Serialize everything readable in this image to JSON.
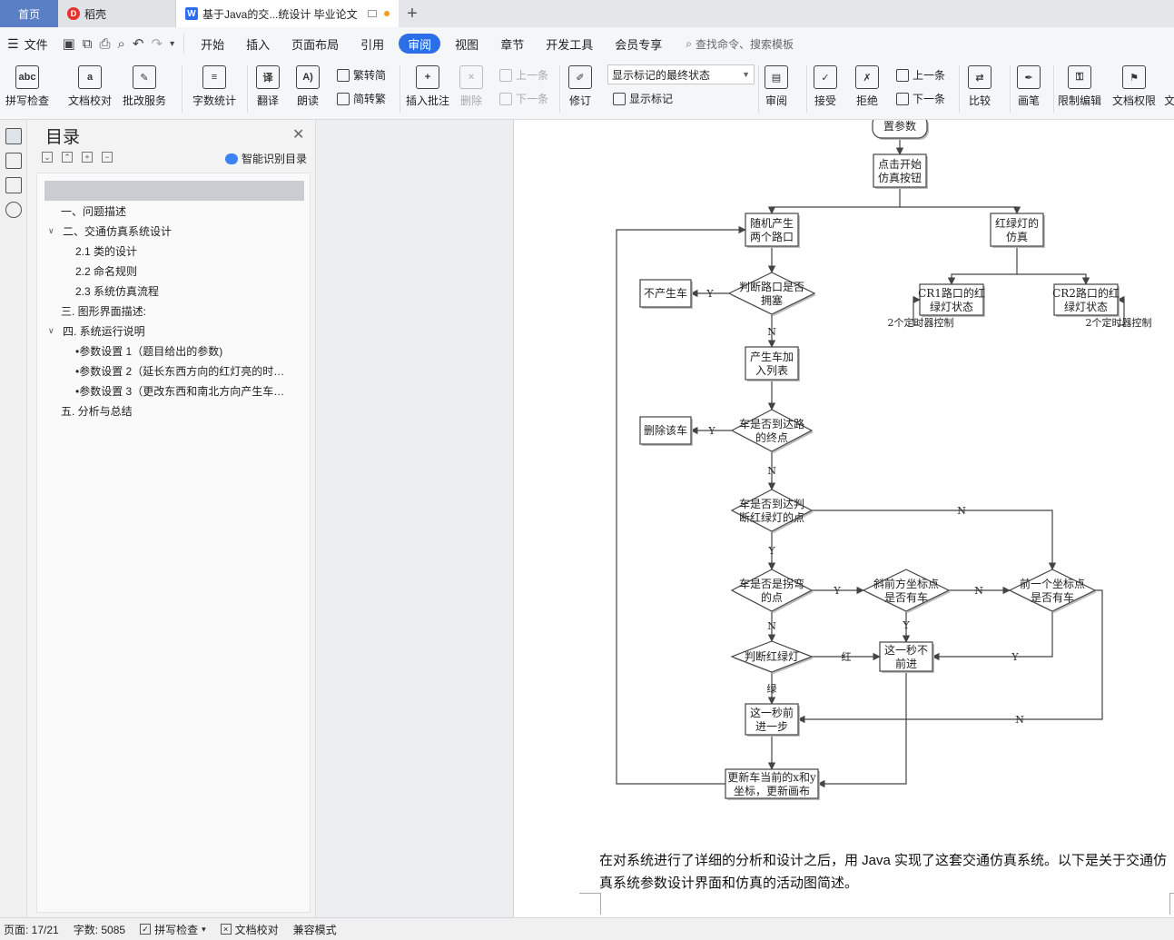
{
  "tabs": {
    "home": "首页",
    "daoke": "稻壳",
    "doc": "基于Java的交...统设计 毕业论文",
    "new": "+"
  },
  "menu": {
    "file": "文件",
    "quick_icons": [
      "save-icon",
      "export-icon",
      "print-icon",
      "preview-icon",
      "undo-icon",
      "redo-icon"
    ],
    "items": [
      "开始",
      "插入",
      "页面布局",
      "引用",
      "审阅",
      "视图",
      "章节",
      "开发工具",
      "会员专享"
    ],
    "active": "审阅",
    "search": "查找命令、搜索模板"
  },
  "ribbon": {
    "spell": "拼写检查",
    "proof": "文档校对",
    "correct": "批改服务",
    "wordcount": "字数统计",
    "translate": "翻译",
    "read": "朗读",
    "trad": "繁转简",
    "simp": "简转繁",
    "insert_comment": "插入批注",
    "delete": "删除",
    "prev_comment": "上一条",
    "next_comment": "下一条",
    "revise": "修订",
    "mark_state": "显示标记的最终状态",
    "show_marks": "显示标记",
    "review": "审阅",
    "accept": "接受",
    "reject": "拒绝",
    "prev": "上一条",
    "next": "下一条",
    "compare": "比较",
    "pen": "画笔",
    "restrict": "限制编辑",
    "rights": "文档权限",
    "more": "文"
  },
  "toc": {
    "title": "目录",
    "smart": "智能识别目录",
    "items": [
      {
        "label": "一、问题描述",
        "level": "l1"
      },
      {
        "label": "二、交通仿真系统设计",
        "level": "l1c"
      },
      {
        "label": "2.1 类的设计",
        "level": "l2"
      },
      {
        "label": "2.2 命名规则",
        "level": "l2"
      },
      {
        "label": "2.3 系统仿真流程",
        "level": "l2"
      },
      {
        "label": "三. 图形界面描述:",
        "level": "l1"
      },
      {
        "label": "四. 系统运行说明",
        "level": "l1c"
      },
      {
        "label": "•参数设置 1（题目给出的参数)",
        "level": "l2"
      },
      {
        "label": "•参数设置 2（延长东西方向的红灯亮的时…",
        "level": "l2"
      },
      {
        "label": "•参数设置 3（更改东西和南北方向产生车…",
        "level": "l2"
      },
      {
        "label": "五. 分析与总结",
        "level": "l1"
      }
    ]
  },
  "flowchart": {
    "setparams": "置参数",
    "start": [
      "点击开始",
      "仿真按钮"
    ],
    "random": [
      "随机产生",
      "两个路口"
    ],
    "light": [
      "红绿灯的",
      "仿真"
    ],
    "cr1": [
      "CR1路口的红",
      "绿灯状态"
    ],
    "cr2": [
      "CR2路口的红",
      "绿灯状态"
    ],
    "timer1": "2个定时器控制",
    "timer2": "2个定时器控制",
    "judge_jam": [
      "判断路口是否",
      "拥塞"
    ],
    "no_car": "不产生车",
    "gen_car": [
      "产生车加",
      "入列表"
    ],
    "reach_end": [
      "车是否到达路",
      "的终点"
    ],
    "delete_car": "删除该车",
    "reach_light": [
      "车是否到达判",
      "断红绿灯的点"
    ],
    "turn_point": [
      "车是否是拐弯",
      "的点"
    ],
    "side_front": [
      "斜前方坐标点",
      "是否有车"
    ],
    "front": [
      "前一个坐标点",
      "是否有车"
    ],
    "judge_light": "判断红绿灯",
    "stop": [
      "这一秒不",
      "前进"
    ],
    "move": [
      "这一秒前",
      "进一步"
    ],
    "update": [
      "更新车当前的x和y",
      "坐标，更新画布"
    ],
    "Y": "Y",
    "N": "N",
    "red": "红",
    "green": "绿"
  },
  "paragraph": "在对系统进行了详细的分析和设计之后，用 Java 实现了这套交通仿真系统。以下是关于交通仿真系统参数设计界面和仿真的活动图简述。",
  "status": {
    "page": "页面: 17/21",
    "words": "字数: 5085",
    "spell": "拼写检查",
    "proof": "文档校对",
    "compat": "兼容模式"
  }
}
